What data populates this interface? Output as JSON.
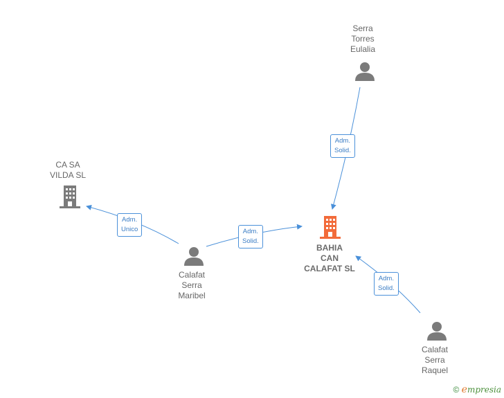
{
  "nodes": {
    "casa": {
      "line1": "CA SA",
      "line2": "VILDA  SL"
    },
    "bahia": {
      "line1": "BAHIA",
      "line2": "CAN",
      "line3": "CALAFAT  SL"
    },
    "maribel": {
      "line1": "Calafat",
      "line2": "Serra",
      "line3": "Maribel"
    },
    "eulalia": {
      "line1": "Serra",
      "line2": "Torres",
      "line3": "Eulalia"
    },
    "raquel": {
      "line1": "Calafat",
      "line2": "Serra",
      "line3": "Raquel"
    }
  },
  "edges": {
    "maribel_casa": {
      "line1": "Adm.",
      "line2": "Unico"
    },
    "maribel_bahia": {
      "line1": "Adm.",
      "line2": "Solid."
    },
    "eulalia_bahia": {
      "line1": "Adm.",
      "line2": "Solid."
    },
    "raquel_bahia": {
      "line1": "Adm.",
      "line2": "Solid."
    }
  },
  "colors": {
    "edge": "#4a90d9",
    "company": "#7b7b7b",
    "focus_company": "#f26b3a",
    "person": "#7b7b7b"
  },
  "footer": {
    "copyright": "©",
    "brand_initial": "e",
    "brand_rest": "mpresia"
  }
}
